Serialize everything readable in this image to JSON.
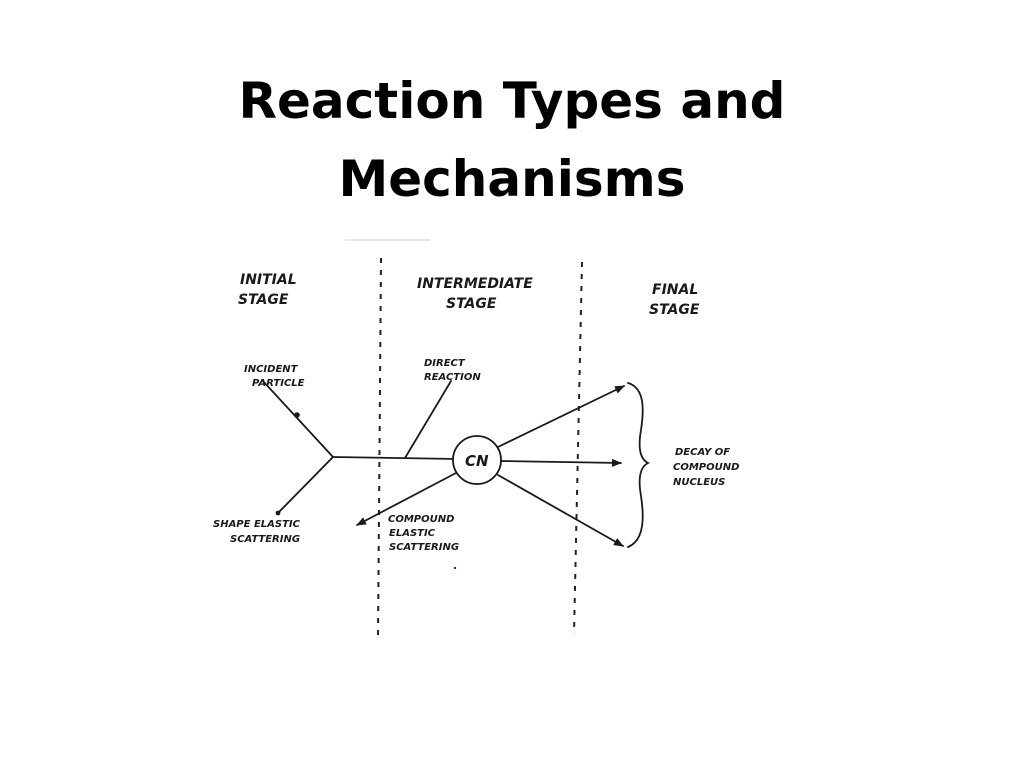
{
  "slide": {
    "title_line1": "Reaction Types and",
    "title_line2": "Mechanisms"
  },
  "diagram": {
    "stages": {
      "initial_line1": "INITIAL",
      "initial_line2": "STAGE",
      "intermediate_line1": "INTERMEDIATE",
      "intermediate_line2": "STAGE",
      "final_line1": "FINAL",
      "final_line2": "STAGE"
    },
    "labels": {
      "incident_line1": "INCIDENT",
      "incident_line2": "PARTICLE",
      "direct_line1": "DIRECT",
      "direct_line2": "REACTION",
      "shape_line1": "SHAPE  ELASTIC",
      "shape_line2": "SCATTERING",
      "compound_line1": "COMPOUND",
      "compound_line2": "ELASTIC",
      "compound_line3": "SCATTERING",
      "decay_line1": "DECAY  OF",
      "decay_line2": "COMPOUND",
      "decay_line3": "NUCLEUS",
      "cn": "CN"
    }
  }
}
